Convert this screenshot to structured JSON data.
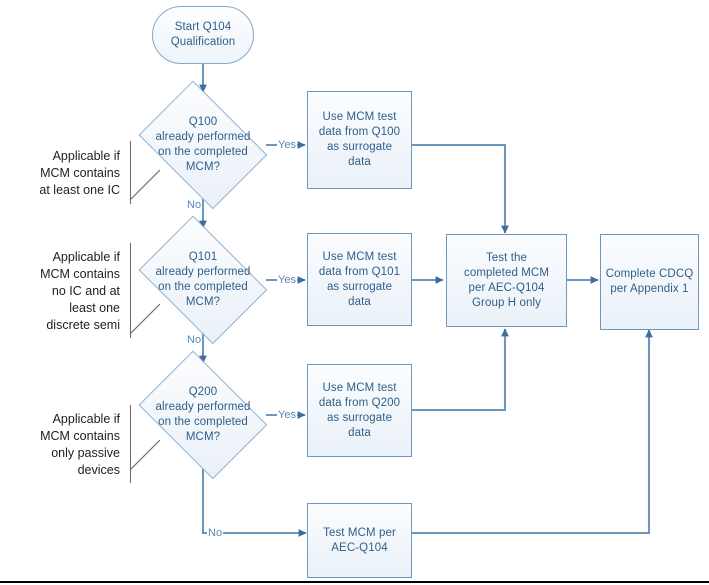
{
  "diagram": {
    "title": "AEC-Q104 MCM Qualification Flowchart",
    "colors": {
      "node_text": "#2e5f8a",
      "node_border": "#6e97bd",
      "node_fill": "#f2f6fb",
      "connector": "#537ca5",
      "edge_label": "#5b87b3",
      "annotation_text": "#1f1f1f",
      "annotation_rule": "#6b6b6b",
      "page_rule": "#000000",
      "background": "#ffffff"
    }
  },
  "nodes": {
    "start": {
      "label": "Start Q104\nQualification",
      "shape": "terminator"
    },
    "q100_decision": {
      "label": "Q100\nalready performed\non the completed\nMCM?",
      "shape": "decision"
    },
    "q101_decision": {
      "label": "Q101\nalready performed\non the completed\nMCM?",
      "shape": "decision"
    },
    "q200_decision": {
      "label": "Q200\nalready performed\non the completed\nMCM?",
      "shape": "decision"
    },
    "q100_surrogate": {
      "label": "Use MCM test\ndata from Q100\nas surrogate\ndata",
      "shape": "process"
    },
    "q101_surrogate": {
      "label": "Use MCM test\ndata from Q101\nas surrogate\ndata",
      "shape": "process"
    },
    "q200_surrogate": {
      "label": "Use MCM test\ndata from Q200\nas surrogate\ndata",
      "shape": "process"
    },
    "test_completed_mcm": {
      "label": "Test the\ncompleted MCM\nper AEC-Q104\nGroup H only",
      "shape": "process"
    },
    "complete_cdcq": {
      "label": "Complete CDCQ\nper Appendix 1",
      "shape": "process"
    },
    "test_mcm_full": {
      "label": "Test MCM per\nAEC-Q104",
      "shape": "process"
    }
  },
  "edge_labels": {
    "q100_yes": "Yes",
    "q100_no": "No",
    "q101_yes": "Yes",
    "q101_no": "No",
    "q200_yes": "Yes",
    "q200_no": "No"
  },
  "annotations": {
    "ic": "Applicable if\nMCM contains\nat least one IC",
    "discrete": "Applicable if\nMCM contains\nno IC and at\nleast one\ndiscrete semi",
    "passive": "Applicable if\nMCM contains\nonly passive\ndevices"
  }
}
